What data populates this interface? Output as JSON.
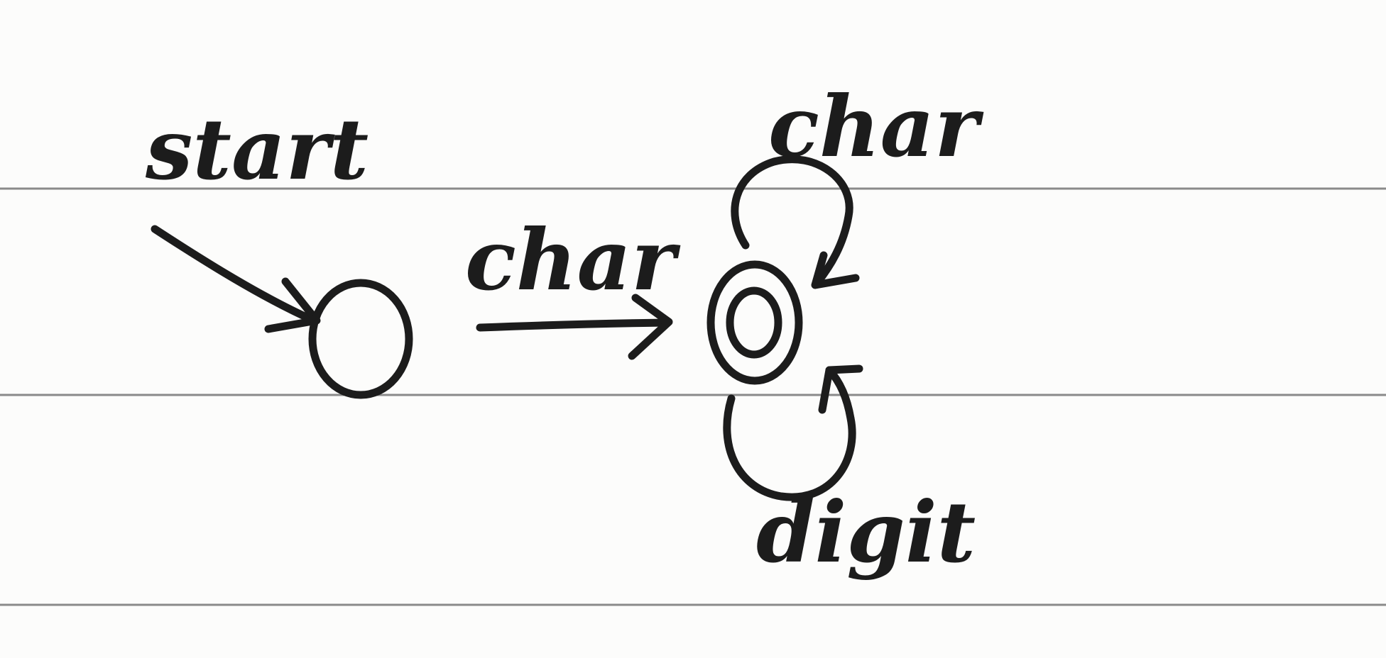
{
  "labels": {
    "start": "start",
    "transition_start_to_accept": "char",
    "self_loop_top": "char",
    "self_loop_bottom": "digit"
  },
  "states": [
    {
      "role": "start",
      "accepting": false
    },
    {
      "role": "accept",
      "accepting": true
    }
  ],
  "transitions": [
    {
      "from": "start",
      "to": "accept",
      "label": "char"
    },
    {
      "from": "accept",
      "to": "accept",
      "label": "char"
    },
    {
      "from": "accept",
      "to": "accept",
      "label": "digit"
    }
  ],
  "colors": {
    "ink": "#1c1c1c",
    "paper": "#fcfcfb",
    "ruled_line": "#8a8a8a"
  }
}
